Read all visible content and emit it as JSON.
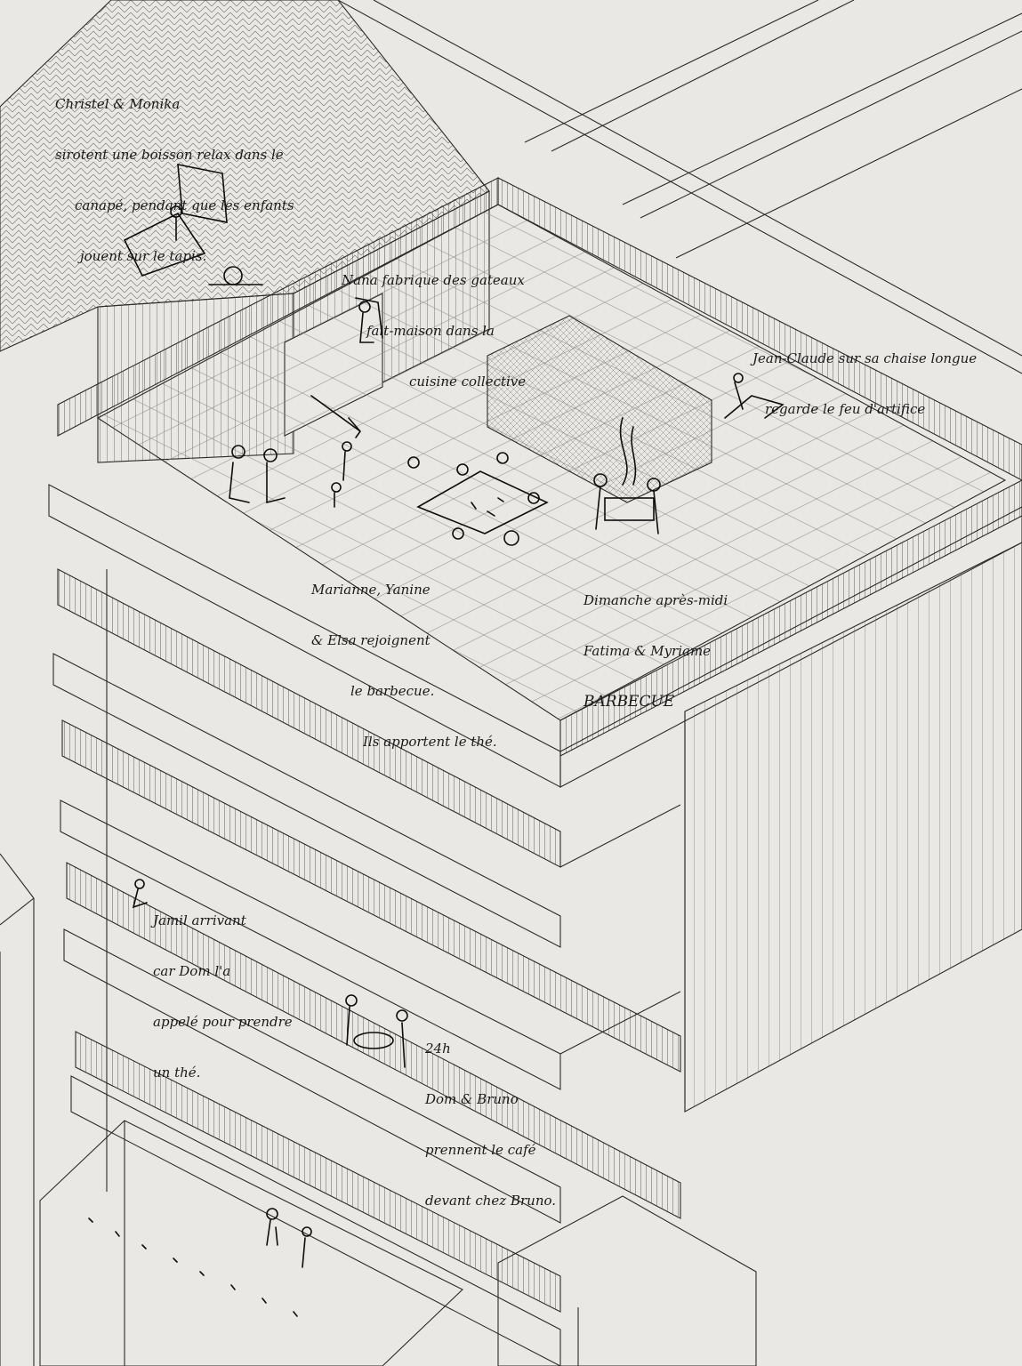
{
  "annotations": {
    "christel_monika": [
      "Christel & Monika",
      "sirotent une boisson relax dans le",
      "canapé, pendant que les enfants",
      "jouent sur le tapis."
    ],
    "nana": [
      "Nana fabrique des gateaux",
      "fait-maison dans la",
      "cuisine collective"
    ],
    "jean_claude": [
      "Jean-Claude sur sa chaise longue",
      "regarde le feu d'artifice"
    ],
    "marianne": [
      "Marianne, Yanine",
      "& Elsa rejoignent",
      "le barbecue.",
      "Ils apportent le thé."
    ],
    "dimanche": [
      "Dimanche après-midi",
      "Fatima & Myriame",
      "BARBECUE"
    ],
    "jamil": [
      "Jamil arrivant",
      "car Dom l'a",
      "appelé pour prendre",
      "un thé."
    ],
    "dom_bruno": [
      "24h",
      "Dom & Bruno",
      "prennent le café",
      "devant chez Bruno."
    ]
  },
  "colors": {
    "paper": "#e9e8e4",
    "line": "#2a2a2a",
    "ink": "#0d0d0d"
  }
}
